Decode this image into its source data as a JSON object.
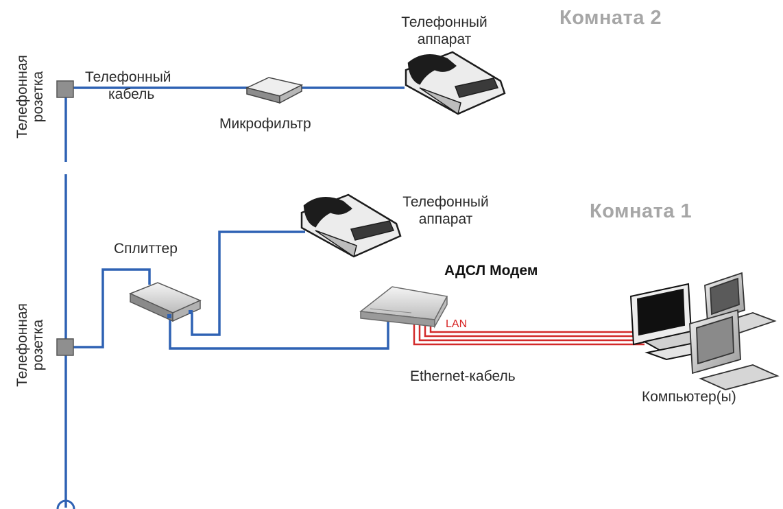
{
  "rooms": {
    "room2": "Комната 2",
    "room1": "Комната 1"
  },
  "labels": {
    "phone_top_line1": "Телефонный",
    "phone_top_line2": "аппарат",
    "phone_mid_line1": "Телефонный",
    "phone_mid_line2": "аппарат",
    "cable_line1": "Телефонный",
    "cable_line2": "кабель",
    "microfilter": "Микрофильтр",
    "splitter": "Сплиттер",
    "modem": "АДСЛ Модем",
    "lan": "LAN",
    "ethernet": "Ethernet-кабель",
    "computers": "Компьютер(ы)",
    "socket_top_line1": "Телефонная",
    "socket_top_line2": "розетка",
    "socket_bottom_line1": "Телефонная",
    "socket_bottom_line2": "розетка"
  },
  "colors": {
    "phone_line": "#2f62b4",
    "ethernet": "#d22a2a",
    "room_label": "#a6a6a6"
  },
  "icons": [
    "socket-icon",
    "microfilter-icon",
    "telephone-icon",
    "splitter-icon",
    "adsl-modem-icon",
    "computer-icon"
  ]
}
